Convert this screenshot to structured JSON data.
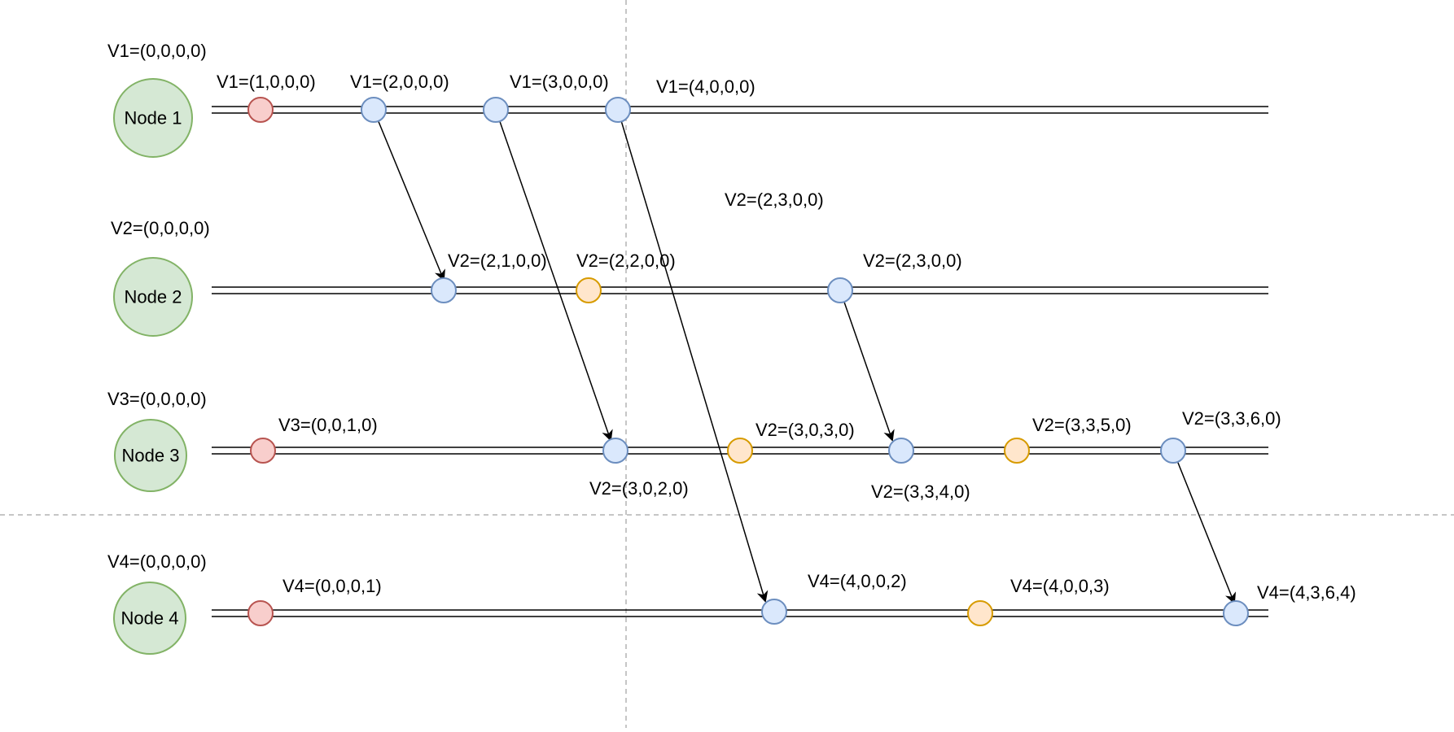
{
  "colors": {
    "node_fill": "#d5e8d4",
    "node_stroke": "#82b366",
    "event_red_fill": "#f8cecc",
    "event_red_stroke": "#b85450",
    "event_blue_fill": "#dae8fc",
    "event_blue_stroke": "#6c8ebf",
    "event_orange_fill": "#ffe6cc",
    "event_orange_stroke": "#d79b00",
    "dashed_line": "#b3b3b3"
  },
  "nodes": [
    {
      "label": "Node 1",
      "initial": "V1=(0,0,0,0)"
    },
    {
      "label": "Node 2",
      "initial": "V2=(0,0,0,0)"
    },
    {
      "label": "Node 3",
      "initial": "V3=(0,0,0,0)"
    },
    {
      "label": "Node 4",
      "initial": "V4=(0,0,0,0)"
    }
  ],
  "events": {
    "n1": [
      "V1=(1,0,0,0)",
      "V1=(2,0,0,0)",
      "V1=(3,0,0,0)",
      "V1=(4,0,0,0)"
    ],
    "n2": [
      "V2=(2,1,0,0)",
      "V2=(2,2,0,0)",
      "V2=(2,3,0,0)",
      "V2=(2,3,0,0)"
    ],
    "n3": [
      "V3=(0,0,1,0)",
      "V2=(3,0,2,0)",
      "V2=(3,0,3,0)",
      "V2=(3,3,4,0)",
      "V2=(3,3,5,0)",
      "V2=(3,3,6,0)"
    ],
    "n4": [
      "V4=(0,0,0,1)",
      "V4=(4,0,0,2)",
      "V4=(4,0,0,3)",
      "V4=(4,3,6,4)"
    ]
  }
}
